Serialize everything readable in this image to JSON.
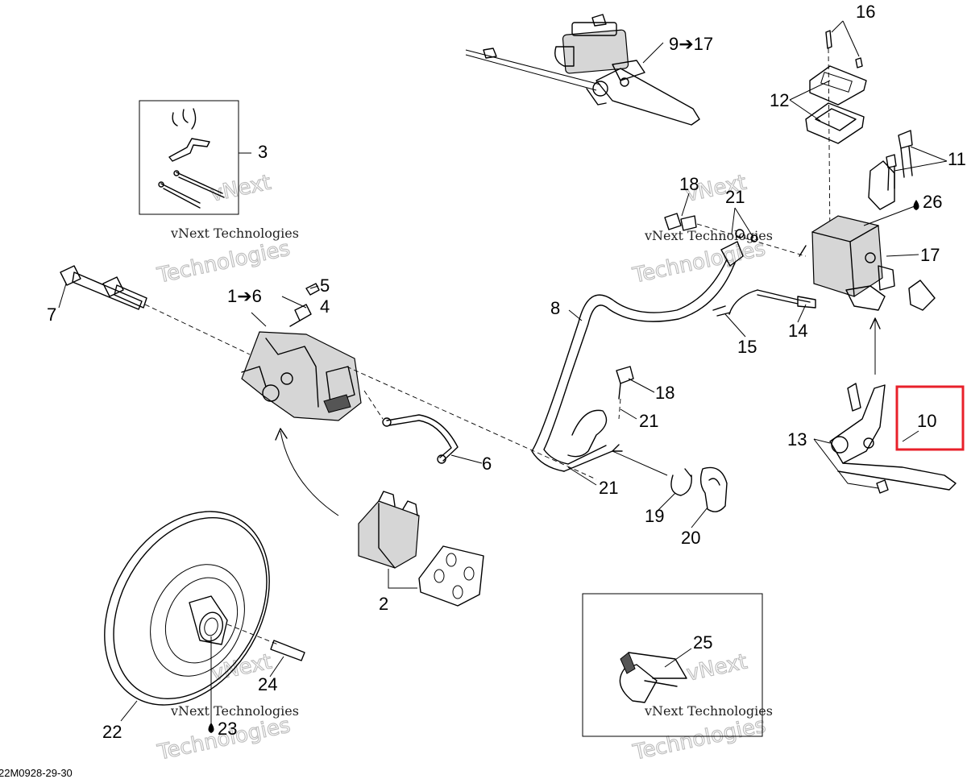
{
  "callouts": [
    {
      "id": "c16",
      "text": "16"
    },
    {
      "id": "c9",
      "text": "9➔17"
    },
    {
      "id": "c12",
      "text": "12"
    },
    {
      "id": "c11",
      "text": "11"
    },
    {
      "id": "c3",
      "text": "3"
    },
    {
      "id": "c18a",
      "text": "18"
    },
    {
      "id": "c21a",
      "text": "21"
    },
    {
      "id": "c26",
      "text": "26"
    },
    {
      "id": "c17",
      "text": "17"
    },
    {
      "id": "c1",
      "text": "1➔6"
    },
    {
      "id": "c5",
      "text": "5"
    },
    {
      "id": "c4",
      "text": "4"
    },
    {
      "id": "c7",
      "text": "7"
    },
    {
      "id": "c8",
      "text": "8"
    },
    {
      "id": "c15",
      "text": "15"
    },
    {
      "id": "c14",
      "text": "14"
    },
    {
      "id": "c18b",
      "text": "18"
    },
    {
      "id": "c21b",
      "text": "21"
    },
    {
      "id": "c10",
      "text": "10"
    },
    {
      "id": "c13",
      "text": "13"
    },
    {
      "id": "c6",
      "text": "6"
    },
    {
      "id": "c21c",
      "text": "21"
    },
    {
      "id": "c19",
      "text": "19"
    },
    {
      "id": "c20",
      "text": "20"
    },
    {
      "id": "c2",
      "text": "2"
    },
    {
      "id": "c25",
      "text": "25"
    },
    {
      "id": "c24",
      "text": "24"
    },
    {
      "id": "c22",
      "text": "22"
    },
    {
      "id": "c23",
      "text": "23"
    }
  ],
  "watermarks": [
    {
      "id": "w1",
      "line1": "vNext",
      "line2": "vNext Technologies",
      "line3": "Technologies"
    },
    {
      "id": "w2",
      "line1": "vNext",
      "line2": "vNext Technologies",
      "line3": "Technologies"
    },
    {
      "id": "w3",
      "line1": "vNext",
      "line2": "vNext Technologies",
      "line3": "Technologies"
    },
    {
      "id": "w4",
      "line1": "vNext",
      "line2": "vNext Technologies",
      "line3": "Technologies"
    }
  ],
  "drawing_code": "22M0928-29-30",
  "highlight": {
    "part": "10",
    "color": "#e8202a"
  }
}
